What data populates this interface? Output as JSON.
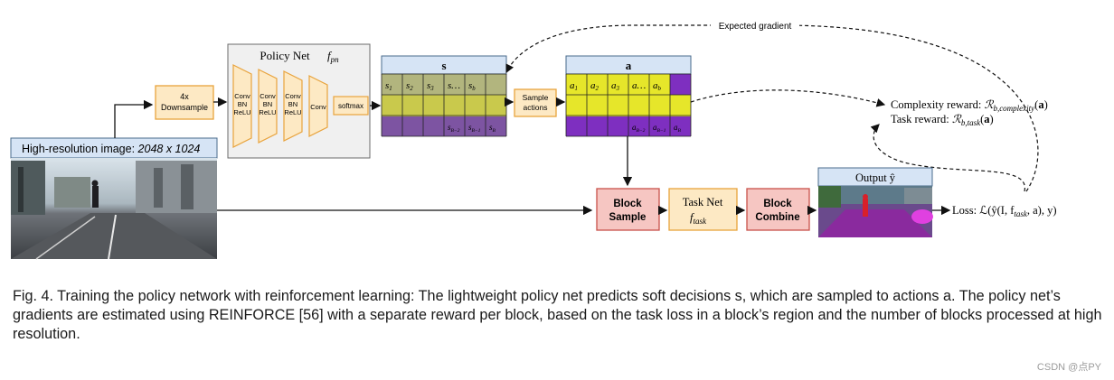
{
  "figure": {
    "input_label_prefix": "High-resolution image: ",
    "input_label_value": "2048 x 1024",
    "downsample_label_1": "4x",
    "downsample_label_2": "Downsample",
    "policy_net_title": "Policy Net",
    "policy_net_symbol": "f",
    "policy_net_symbol_sub": "pn",
    "policy_layers": [
      [
        "Conv",
        "BN",
        "ReLU"
      ],
      [
        "Conv",
        "BN",
        "ReLU"
      ],
      [
        "Conv",
        "BN",
        "ReLU"
      ],
      [
        "Conv"
      ]
    ],
    "softmax_label": "softmax",
    "s_grid_title": "s",
    "s_top_cells": [
      "s",
      "s",
      "s",
      "s…",
      "s"
    ],
    "s_top_subs": [
      "1",
      "2",
      "3",
      "",
      "b"
    ],
    "s_bottom_cells": [
      "s",
      "s",
      "s"
    ],
    "s_bottom_subs": [
      "B−2",
      "B−1",
      "B"
    ],
    "sample_actions_1": "Sample",
    "sample_actions_2": "actions",
    "a_grid_title": "a",
    "a_top_cells": [
      "a",
      "a",
      "a",
      "a…",
      "a"
    ],
    "a_top_subs": [
      "1",
      "2",
      "3",
      "",
      "b"
    ],
    "a_bottom_cells": [
      "a",
      "a",
      "a"
    ],
    "a_bottom_subs": [
      "B−2",
      "B−1",
      "B"
    ],
    "expected_gradient": "Expected gradient",
    "complexity_reward_prefix": "Complexity reward: ",
    "complexity_reward_sub": "b,complexity",
    "task_reward_prefix": "Task reward: ",
    "task_reward_sub": "b,task",
    "block_sample_1": "Block",
    "block_sample_2": "Sample",
    "task_net_title": "Task Net",
    "task_net_symbol": "f",
    "task_net_symbol_sub": "task",
    "block_combine_1": "Block",
    "block_combine_2": "Combine",
    "output_title": "Output ŷ",
    "loss_label": "Loss: ℒ(ŷ(I, f",
    "loss_sub": "task",
    "loss_tail": ", a), y)"
  },
  "caption": "Fig. 4. Training the policy network with reinforcement learning: The lightweight policy net predicts soft decisions s, which are sampled to actions a. The policy net’s gradients are estimated using REINFORCE [56] with a separate reward per block, based on the task loss in a block’s region and the number of blocks processed at high resolution.",
  "watermark": "CSDN @点PY",
  "colors": {
    "orange_fill": "#fde9c4",
    "orange_stroke": "#e8a33c",
    "blue_fill": "#d6e4f5",
    "pink_fill": "#f6c6c2",
    "pink_stroke": "#c9524a",
    "yellow_block": "#e6e62a",
    "purple_block": "#7e2fc0"
  }
}
